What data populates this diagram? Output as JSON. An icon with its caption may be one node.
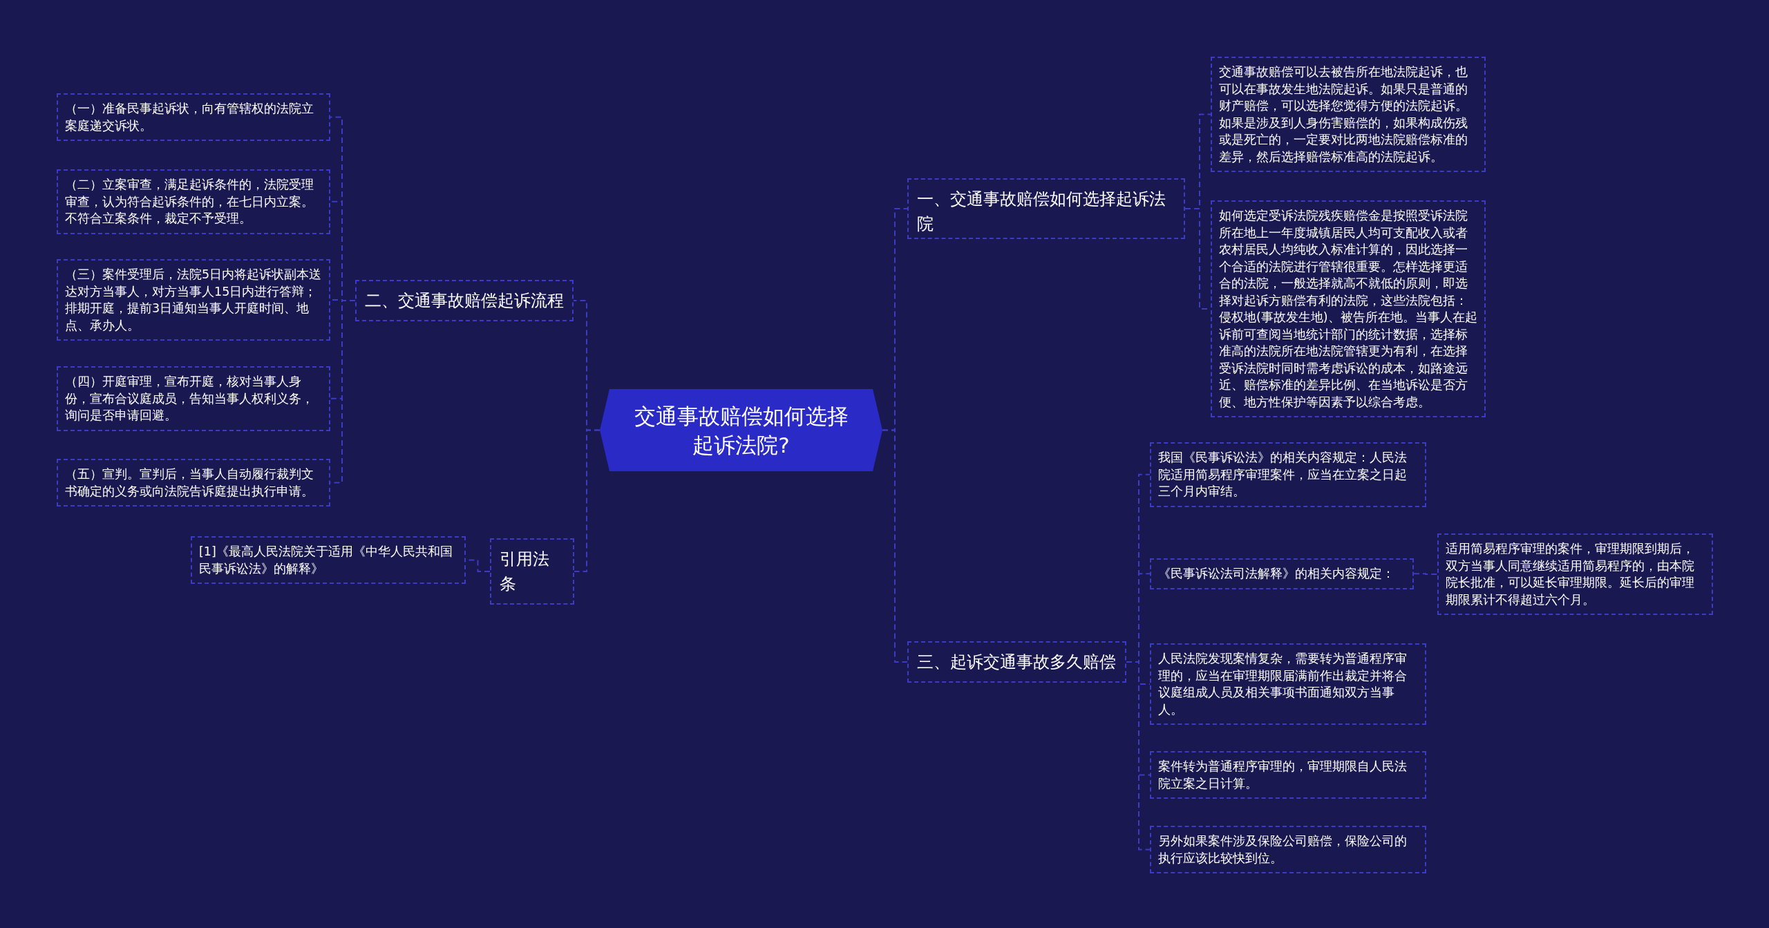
{
  "diagram": {
    "nodes": [
      {
        "text": [
          "交通事故赔偿如何选择起诉法院?"
        ]
      },
      {
        "text": [
          "一、交通事故赔偿如何选择起诉法院"
        ]
      },
      {
        "text": [
          "交通事故赔偿可以去被告所在地法院起诉，也可以在事故发生地法院起诉。如果只是普通的财产赔偿，可以选择您觉得方便的法院起诉。如果是涉及到人身伤害赔偿的，如果构成伤残或是死亡的，一定要对比两地法院赔偿标准的差异，然后选择赔偿标准高的法院起诉。"
        ]
      },
      {
        "text": [
          "如何选定受诉法院残疾赔偿金是按照受诉法院所在地上一年度城镇居民人均可支配收入或者农村居民人均纯收入标准计算的，因此选择一个合适的法院进行管辖很重要。怎样选择更适合的法院，一般选择就高不就低的原则，即选择对起诉方赔偿有利的法院，这些法院包括：侵权地(事故发生地)、被告所在地。当事人在起诉前可查阅当地统计部门的统计数据，选择标准高的法院所在地法院管辖更为有利，在选择受诉法院时同时需考虑诉讼的成本，如路途远近、赔偿标准的差异比例、在当地诉讼是否方便、地方性保护等因素予以综合考虑。"
        ]
      },
      {
        "text": [
          "二、交通事故赔偿起诉流程"
        ]
      },
      {
        "text": [
          "（一）准备民事起诉状，向有管辖权的法院立案庭递交诉状。"
        ]
      },
      {
        "text": [
          "（二）立案审查，满足起诉条件的，法院受理审查，认为符合起诉条件的，在七日内立案。不符合立案条件，裁定不予受理。"
        ]
      },
      {
        "text": [
          "（三）案件受理后，法院5日内将起诉状副本送达对方当事人，对方当事人15日内进行答辩；排期开庭，提前3日通知当事人开庭时间、地点、承办人。"
        ]
      },
      {
        "text": [
          "（四）开庭审理，宣布开庭，核对当事人身份，宣布合议庭成员，告知当事人权利义务，询问是否申请回避。"
        ]
      },
      {
        "text": [
          "（五）宣判。宣判后，当事人自动履行裁判文书确定的义务或向法院告诉庭提出执行申请。"
        ]
      },
      {
        "text": [
          "引用法条"
        ]
      },
      {
        "text": [
          "[1]《最高人民法院关于适用《中华人民共和国民事诉讼法》的解释》"
        ]
      },
      {
        "text": [
          "三、起诉交通事故多久赔偿"
        ]
      },
      {
        "text": [
          "我国《民事诉讼法》的相关内容规定：人民法院适用简易程序审理案件，应当在立案之日起三个月内审结。"
        ]
      },
      {
        "text": [
          "《民事诉讼法司法解释》的相关内容规定："
        ]
      },
      {
        "text": [
          "适用简易程序审理的案件，审理期限到期后，双方当事人同意继续适用简易程序的，由本院院长批准，可以延长审理期限。延长后的审理期限累计不得超过六个月。"
        ]
      },
      {
        "text": [
          "人民法院发现案情复杂，需要转为普通程序审理的，应当在审理期限届满前作出裁定并将合议庭组成人员及相关事项书面通知双方当事人。"
        ]
      },
      {
        "text": [
          "案件转为普通程序审理的，审理期限自人民法院立案之日计算。"
        ]
      },
      {
        "text": [
          "另外如果案件涉及保险公司赔偿，保险公司的执行应该比较快到位。"
        ]
      }
    ],
    "edges": [
      {
        "from": 0,
        "to": 1,
        "arrow": "none"
      },
      {
        "from": 1,
        "to": 2,
        "arrow": "none"
      },
      {
        "from": 1,
        "to": 3,
        "arrow": "none"
      },
      {
        "from": 0,
        "to": 4,
        "arrow": "none"
      },
      {
        "from": 4,
        "to": 5,
        "arrow": "none"
      },
      {
        "from": 4,
        "to": 6,
        "arrow": "none"
      },
      {
        "from": 4,
        "to": 7,
        "arrow": "none"
      },
      {
        "from": 4,
        "to": 8,
        "arrow": "none"
      },
      {
        "from": 4,
        "to": 9,
        "arrow": "none"
      },
      {
        "from": 0,
        "to": 10,
        "arrow": "none"
      },
      {
        "from": 10,
        "to": 11,
        "arrow": "none"
      },
      {
        "from": 0,
        "to": 12,
        "arrow": "none"
      },
      {
        "from": 12,
        "to": 13,
        "arrow": "none"
      },
      {
        "from": 12,
        "to": 14,
        "arrow": "none"
      },
      {
        "from": 14,
        "to": 15,
        "arrow": "none"
      },
      {
        "from": 12,
        "to": 16,
        "arrow": "none"
      },
      {
        "from": 12,
        "to": 17,
        "arrow": "none"
      },
      {
        "from": 12,
        "to": 18,
        "arrow": "none"
      }
    ]
  }
}
